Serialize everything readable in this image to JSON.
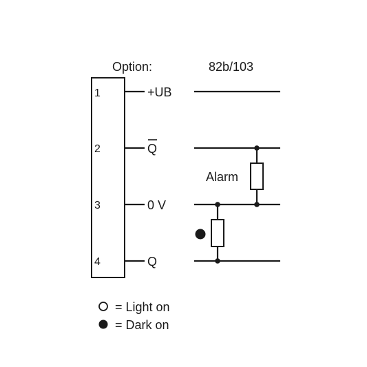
{
  "header": {
    "option_label": "Option:",
    "option_value": "82b/103"
  },
  "connector": {
    "pins": [
      {
        "number": "1",
        "signal": "+UB"
      },
      {
        "number": "2",
        "signal": "Q",
        "overline": true
      },
      {
        "number": "3",
        "signal": "0 V"
      },
      {
        "number": "4",
        "signal": "Q"
      }
    ]
  },
  "circuit": {
    "alarm_label": "Alarm"
  },
  "legend": {
    "light_on": "= Light on",
    "dark_on": "= Dark on"
  }
}
